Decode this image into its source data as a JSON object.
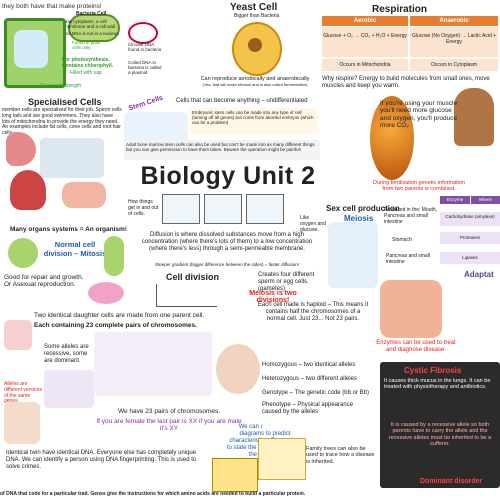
{
  "title": "Biology Unit 2",
  "top_left": {
    "line": "they both have that make proteins!",
    "labels": [
      "Bacteria Cell",
      "Has cytoplasm, a cell membrane and a cell wall.",
      "But DNA is not in a nucleus",
      "Found in plant cells only",
      "Circular DNA found in bacteria",
      "Coiled DNA in bacteria is called a plasmid"
    ],
    "chloroplast_note": "For photosynthesis. Contains chlorophyll.",
    "vacuole_note": "Filled with sap",
    "cell_wall_note": "Gives cell strength"
  },
  "yeast": {
    "title": "Yeast Cell",
    "subtitle": "Bigger than Bacteria",
    "note1": "Can reproduce aerobically and anaerobically",
    "note2": "(Yes, that will make ethanol and is also called fermentation)"
  },
  "respiration": {
    "title": "Respiration",
    "headers": [
      "Aerobic",
      "Anaerobic"
    ],
    "aerobic_eq": "Glucose + O₂ → CO₂ + H₂O + Energy",
    "anaerobic_eq": "Glucose (No Oxygen) → Lactic Acid + Energy",
    "aerobic_loc": "Occurs in Mitochondria",
    "anaerobic_loc": "Occurs in Cytoplasm",
    "why": "Why respire? Energy to build molecules from small ones, move muscles and keep you warm.",
    "muscle_note": "If you're using your muscle you'll need more glucose and oxygen, you'll produce more CO₂"
  },
  "specialised": {
    "title": "Specialised Cells",
    "text": "member cells are specialised for their job. Sperm cells long tails and are good swimmers. They also have lots of mitochondria to provide the energy they need. An examples include fat cells, cone cells and root hair cells."
  },
  "stem_cells": {
    "label": "Stem Cells",
    "intro": "Cells that can become anything – undifferentiated",
    "embryonic": "Embryonic stem cells can be made into any type of cell (turning off all genes) but come from aborted embryos (which can be a problem)",
    "adult": "Adult bone marrow stem cells can also be used but can't be made into as many different things but you can give permission to have them taken. Beware the operation might be painful!"
  },
  "organ_systems": "Many organs systems = An organism!",
  "normal_cell_division": {
    "title": "Normal cell division – Mitosis",
    "note": "Good for repair and growth. Or Asexual reproduction."
  },
  "diffusion": {
    "caption_left": "How things get in and out of cells.",
    "caption_right": "Like oxygen and glucose.",
    "text": "Diffusion is where dissolved substances move from a high concentration (where there's lots of them) to a low concentration (where there's less) through a semi-permeable membrane.",
    "steeper": "Steeper gradient (bigger difference between the sides) = faster diffusion!"
  },
  "cell_division": {
    "title": "Cell division",
    "text": "Creates four different sperm or egg cells. (gametes)"
  },
  "meiosis": {
    "title": "Meiosis",
    "subtitle": "Meiosis is two divisions!"
  },
  "sex_cell": {
    "title": "Sex cell production"
  },
  "fertilisation": "During fertilisation genetic information from two parents is combined.",
  "mitosis_note": {
    "main": "Two identical daughter cells are made from one parent cell.",
    "sub": "Each containing 23 complete pairs of chromosomes."
  },
  "haploid": "Each cell made is haploid – This means it contains half the chromosomes of a normal cell. Just 23... Not 23 pairs.",
  "alleles": {
    "recessive": "Some alleles are recessive, some are dominant.",
    "different": "Alleles are different versions of the same genes."
  },
  "chromosomes_note": {
    "line1": "We have 23 pairs of chromosomes.",
    "line2": "If you are female the last pair is XX if you are male it's XY"
  },
  "genetic_diagrams": "We can use genetic diagrams to predict characteristics. Remember to state the characteristics of the children.",
  "definitions": {
    "homozygous": "Homozygous – two identical alleles",
    "heterozygous": "Heterozygous – two different alleles",
    "genotype": "Genotype – The genetic code (bb or Bb)",
    "phenotype": "Phenotype – Physical appearance caused by the alleles"
  },
  "family_trees": "Family trees can also be used to trace how a disease is inherited.",
  "twins": "Identical twin have identical DNA. Everyone else has completely unique DNA. We can identify a person using DNA fingerprinting. This is used to solve crimes.",
  "bottom_line": "of DNA that code for a particular trait. Genes give the instructions for which amino acids are needed to build a particular protein.",
  "enzymes": {
    "note": "Enzymes can be used to treat and diagnose disease.",
    "table_headers": [
      "Enzyme",
      "Where produced"
    ],
    "rows": [
      [
        "Carbohydrase",
        "(amylase)"
      ],
      [
        "Proteases",
        ""
      ],
      [
        "Lipases",
        ""
      ]
    ],
    "produced": "Produced in the: Mouth, Pancreas and small intestine",
    "stomach": "Stomach",
    "pancreas_si": "Pancreas and small intestine"
  },
  "adaptation": "Adaptat",
  "cystic_fibrosis": {
    "title": "Cystic Fibrosis",
    "text": "It is caused by a recessive allele so both parents have to carry the allele and the recessive alleles must be inherited to be a sufferer.",
    "meds": "It causes thick mucus in the lungs. It can be treated with physiotherapy and antibiotics."
  },
  "dominant_disorder": "Dominant disorder",
  "colors": {
    "orange": "#ef7d00",
    "red": "#e0261b",
    "purple": "#7e4fa3",
    "yellow": "#fff2a8",
    "blue": "#1f5ab3"
  }
}
